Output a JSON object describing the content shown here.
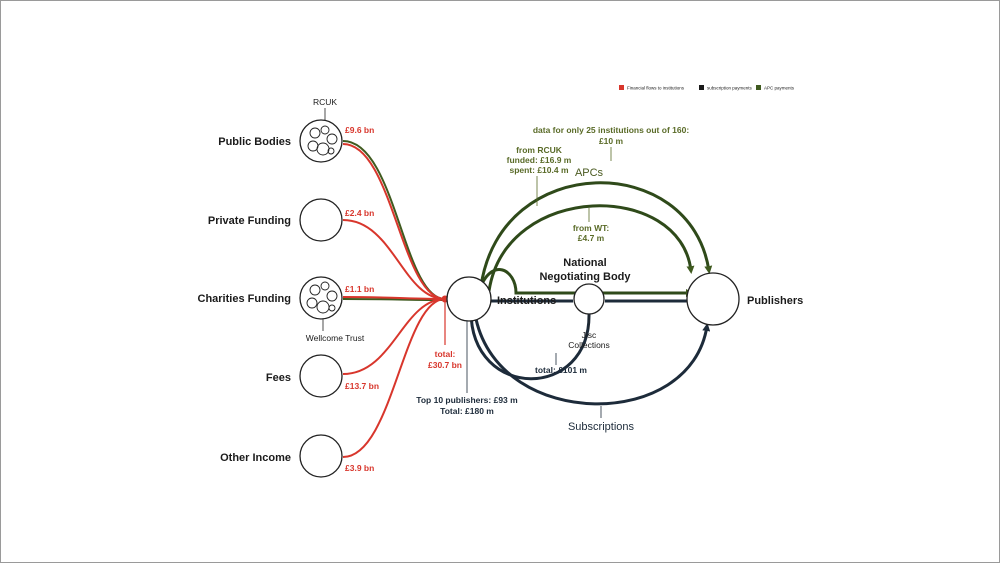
{
  "colors": {
    "financial": "#d8362c",
    "subscription": "#1d2b3a",
    "apc": "#3f5a1f"
  },
  "legend": {
    "financial": "Financial flows to institutions",
    "subscription": "subscription payments",
    "apc": "APC payments"
  },
  "sources": [
    {
      "name": "Public Bodies",
      "amount": "£9.6 bn",
      "sublabel": "RCUK"
    },
    {
      "name": "Private Funding",
      "amount": "£2.4 bn",
      "sublabel": ""
    },
    {
      "name": "Charities Funding",
      "amount": "£1.1 bn",
      "sublabel": "Wellcome Trust"
    },
    {
      "name": "Fees",
      "amount": "£13.7 bn",
      "sublabel": ""
    },
    {
      "name": "Other Income",
      "amount": "£3.9 bn",
      "sublabel": ""
    }
  ],
  "total": {
    "line1": "total:",
    "line2": "£30.7 bn"
  },
  "institutions": "Institutions",
  "publishers": "Publishers",
  "nnb": {
    "line1": "National",
    "line2": "Negotiating Body"
  },
  "jisc": {
    "line1": "Jisc",
    "line2": "Collections"
  },
  "apc_note": {
    "line1": "data for only 25 institutions out of 160:",
    "line2": "£10 m"
  },
  "rcuk_note": {
    "line1": "from RCUK",
    "line2": "funded: £16.9 m",
    "line3": "spent: £10.4 m"
  },
  "apcs_label": "APCs",
  "wt_note": {
    "line1": "from WT:",
    "line2": "£4.7 m"
  },
  "jisc_total": "total: £101 m",
  "top10_note": {
    "line1": "Top 10 publishers: £93 m",
    "line2": "Total: £180 m"
  },
  "subscriptions_label": "Subscriptions"
}
